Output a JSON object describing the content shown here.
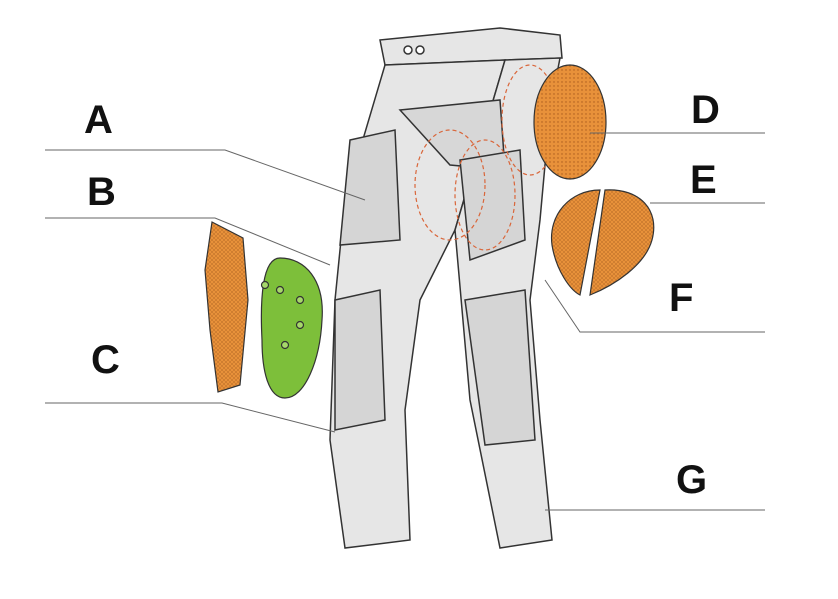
{
  "labels": {
    "a": "A",
    "b": "B",
    "c": "C",
    "d": "D",
    "e": "E",
    "f": "F",
    "g": "G"
  },
  "colors": {
    "pad_orange": "#e8913a",
    "knee_green": "#7dbf3a",
    "pants_fill": "#e6e6e6",
    "outline": "#333333",
    "leader": "#555555",
    "hidden_line": "#d9663a"
  }
}
